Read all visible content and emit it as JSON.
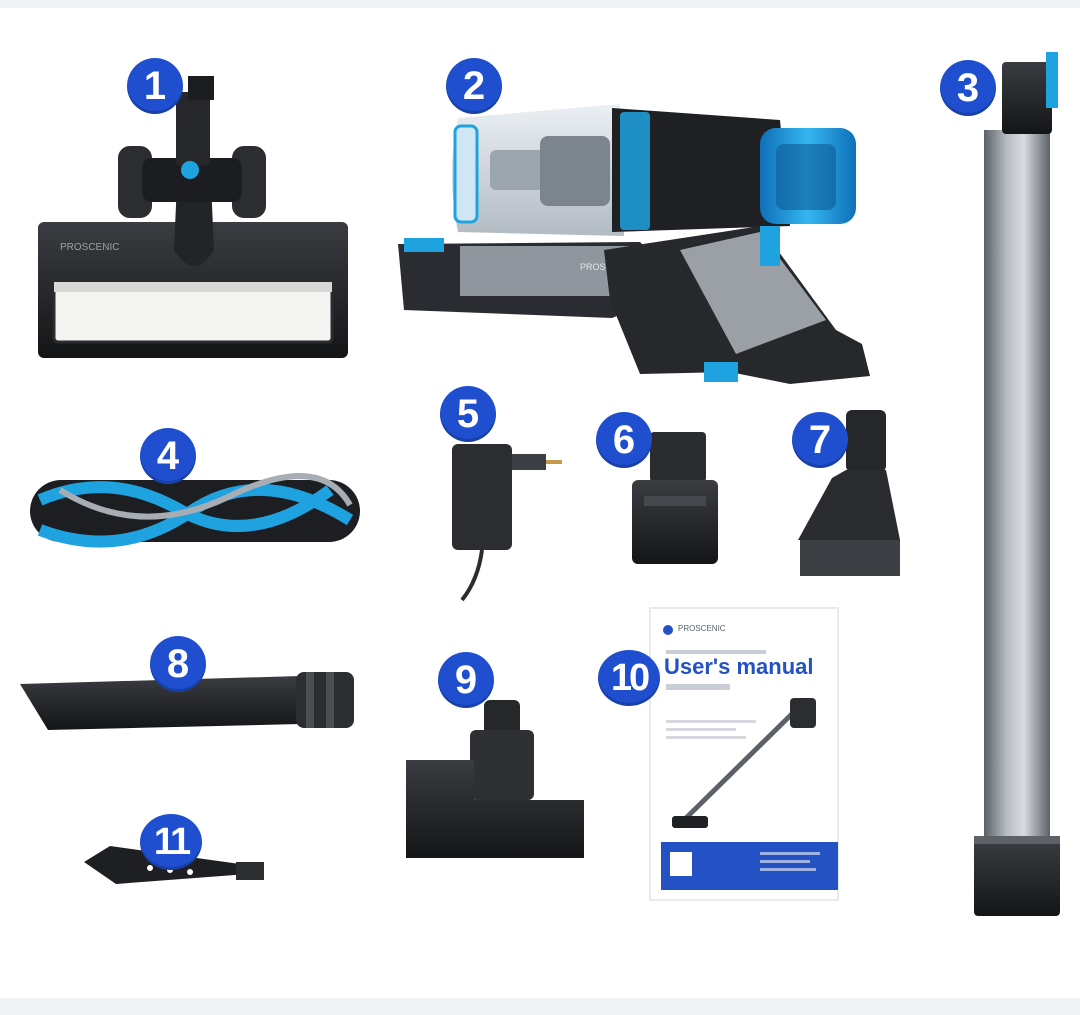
{
  "colors": {
    "badge": "#1f4fcf",
    "accent_blue": "#1fa3e0",
    "body_black": "#1b1c1f",
    "metal_gray": "#8a8f96",
    "manual_blue": "#2452c4"
  },
  "badges": [
    "1",
    "2",
    "3",
    "4",
    "5",
    "6",
    "7",
    "8",
    "9",
    "10",
    "11"
  ],
  "brand": "PROSCENIC",
  "manual": {
    "brand": "PROSCENIC",
    "title": "User's manual"
  }
}
